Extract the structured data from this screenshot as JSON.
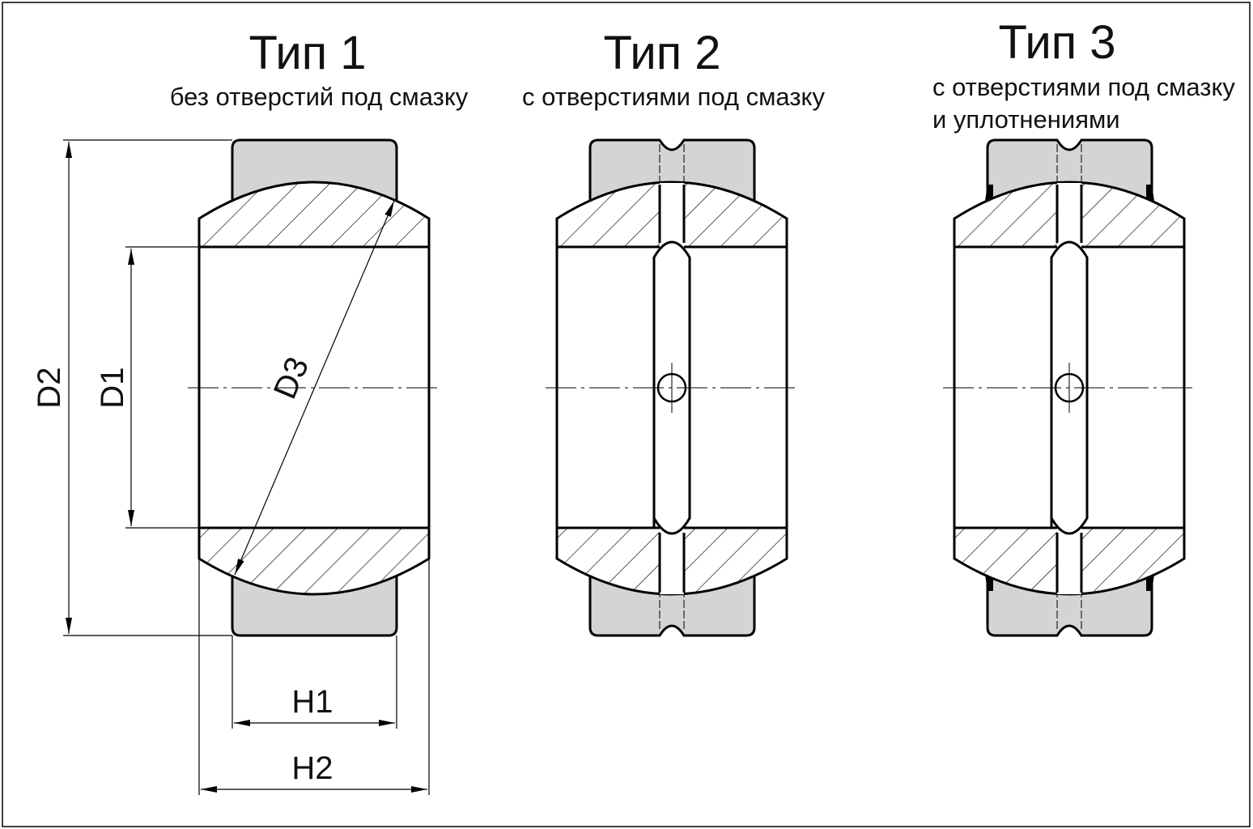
{
  "types": [
    {
      "title": "Тип 1",
      "subtitle_lines": [
        "без отверстий под смазку"
      ],
      "lubrication_holes": false,
      "seals": false
    },
    {
      "title": "Тип 2",
      "subtitle_lines": [
        "с отверстиями под смазку"
      ],
      "lubrication_holes": true,
      "seals": false
    },
    {
      "title": "Тип 3",
      "subtitle_lines": [
        "с отверстиями под смазку",
        "и уплотнениями"
      ],
      "lubrication_holes": true,
      "seals": true
    }
  ],
  "dimensions": {
    "d1": "D1",
    "d2": "D2",
    "d3": "D3",
    "h1": "H1",
    "h2": "H2"
  },
  "colors": {
    "outer_ring": "#d4d4d4",
    "line": "#000000"
  }
}
